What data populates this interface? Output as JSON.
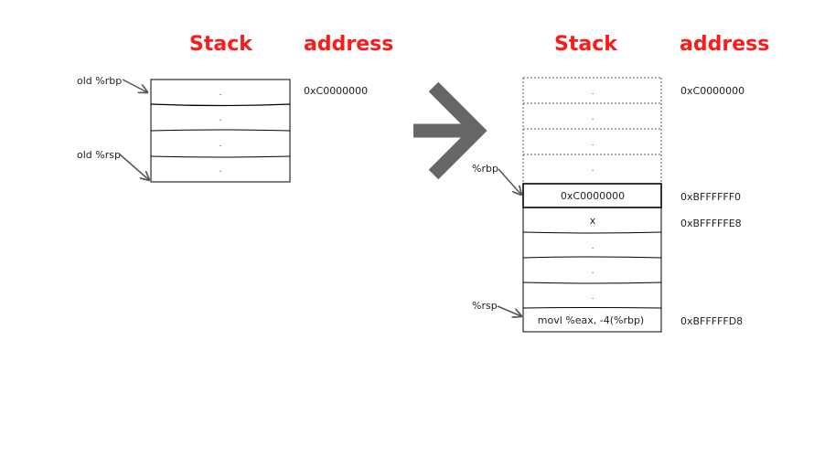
{
  "left": {
    "stack_title": "Stack",
    "address_title": "address",
    "pointer_rbp": "old %rbp",
    "pointer_rsp": "old %rsp",
    "cells": [
      ".",
      ".",
      ".",
      "."
    ],
    "address_top": "0xC0000000"
  },
  "right": {
    "stack_title": "Stack",
    "address_title": "address",
    "pointer_rbp": "%rbp",
    "pointer_rsp": "%rsp",
    "dotted_cells": [
      ".",
      ".",
      ".",
      "."
    ],
    "cells": [
      "0xC0000000",
      "x",
      ".",
      ".",
      ".",
      "movl %eax, -4(%rbp)"
    ],
    "address_top": "0xC0000000",
    "address_rbp": "0xBFFFFFF0",
    "address_x": "0xBFFFFFE8",
    "address_rsp": "0xBFFFFFD8"
  },
  "colors": {
    "title": "#ff1a1a",
    "arrow": "#666666",
    "line": "#000000",
    "pointer": "#555555"
  },
  "icons": {
    "transition": "chevron-right-arrow-icon"
  }
}
